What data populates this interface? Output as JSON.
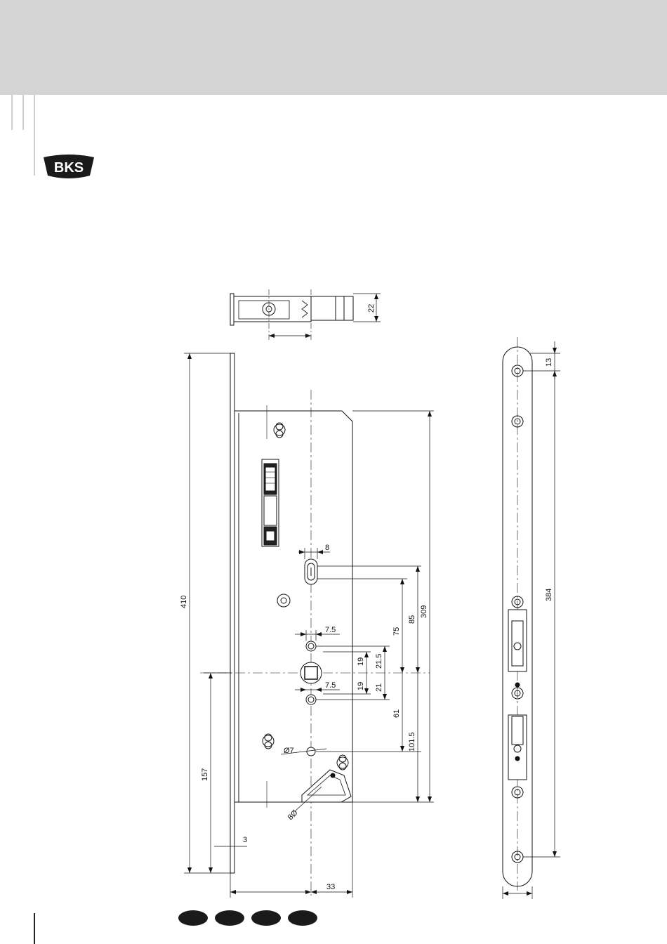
{
  "logo": {
    "text": "BKS"
  },
  "dims": {
    "d22": "22",
    "d410": "410",
    "d3": "3",
    "d33": "33",
    "d157": "157",
    "d8": "8",
    "d7_5a": "7.5",
    "d7_5b": "7.5",
    "d19a": "19",
    "d19b": "19",
    "d21_5": "21.5",
    "d21": "21",
    "d75": "75",
    "d85": "85",
    "d309": "309",
    "d61": "61",
    "d101_5": "101.5",
    "d7dia": "Ø7",
    "d8dia": "8Ø",
    "d13": "13",
    "d384": "384"
  },
  "colors": {
    "header_band": "#d4d4d4",
    "line": "#111111",
    "dot": "#1a1a1a"
  }
}
